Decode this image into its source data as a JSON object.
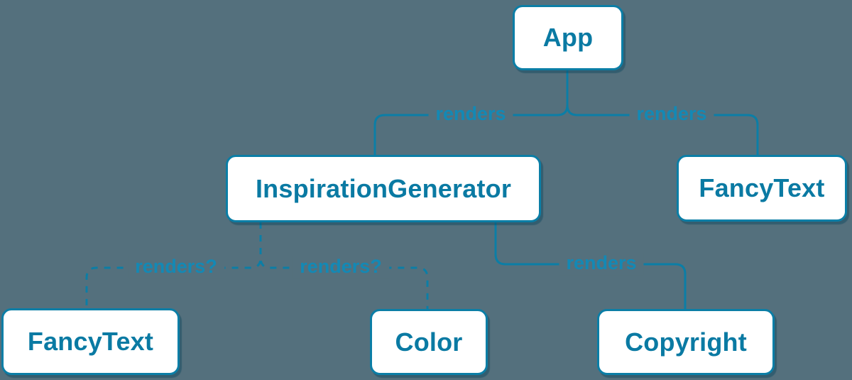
{
  "diagram": {
    "title": "React render tree diagram",
    "colors": {
      "bg": "#54707d",
      "accent": "#0b7ea6",
      "node-text": "#0a7aa3",
      "label-text": "#1389b5",
      "node-bg": "#ffffff"
    },
    "nodes": [
      {
        "id": "app",
        "label": "App"
      },
      {
        "id": "inspiration-generator",
        "label": "InspirationGenerator"
      },
      {
        "id": "fancy-text-top",
        "label": "FancyText"
      },
      {
        "id": "fancy-text-bottom",
        "label": "FancyText"
      },
      {
        "id": "color",
        "label": "Color"
      },
      {
        "id": "copyright",
        "label": "Copyright"
      }
    ],
    "edges": [
      {
        "from": "app",
        "to": "inspiration-generator",
        "label": "renders",
        "style": "solid"
      },
      {
        "from": "app",
        "to": "fancy-text-top",
        "label": "renders",
        "style": "solid"
      },
      {
        "from": "inspiration-generator",
        "to": "fancy-text-bottom",
        "label": "renders?",
        "style": "dashed"
      },
      {
        "from": "inspiration-generator",
        "to": "color",
        "label": "renders?",
        "style": "dashed"
      },
      {
        "from": "inspiration-generator",
        "to": "copyright",
        "label": "renders",
        "style": "solid"
      }
    ]
  }
}
